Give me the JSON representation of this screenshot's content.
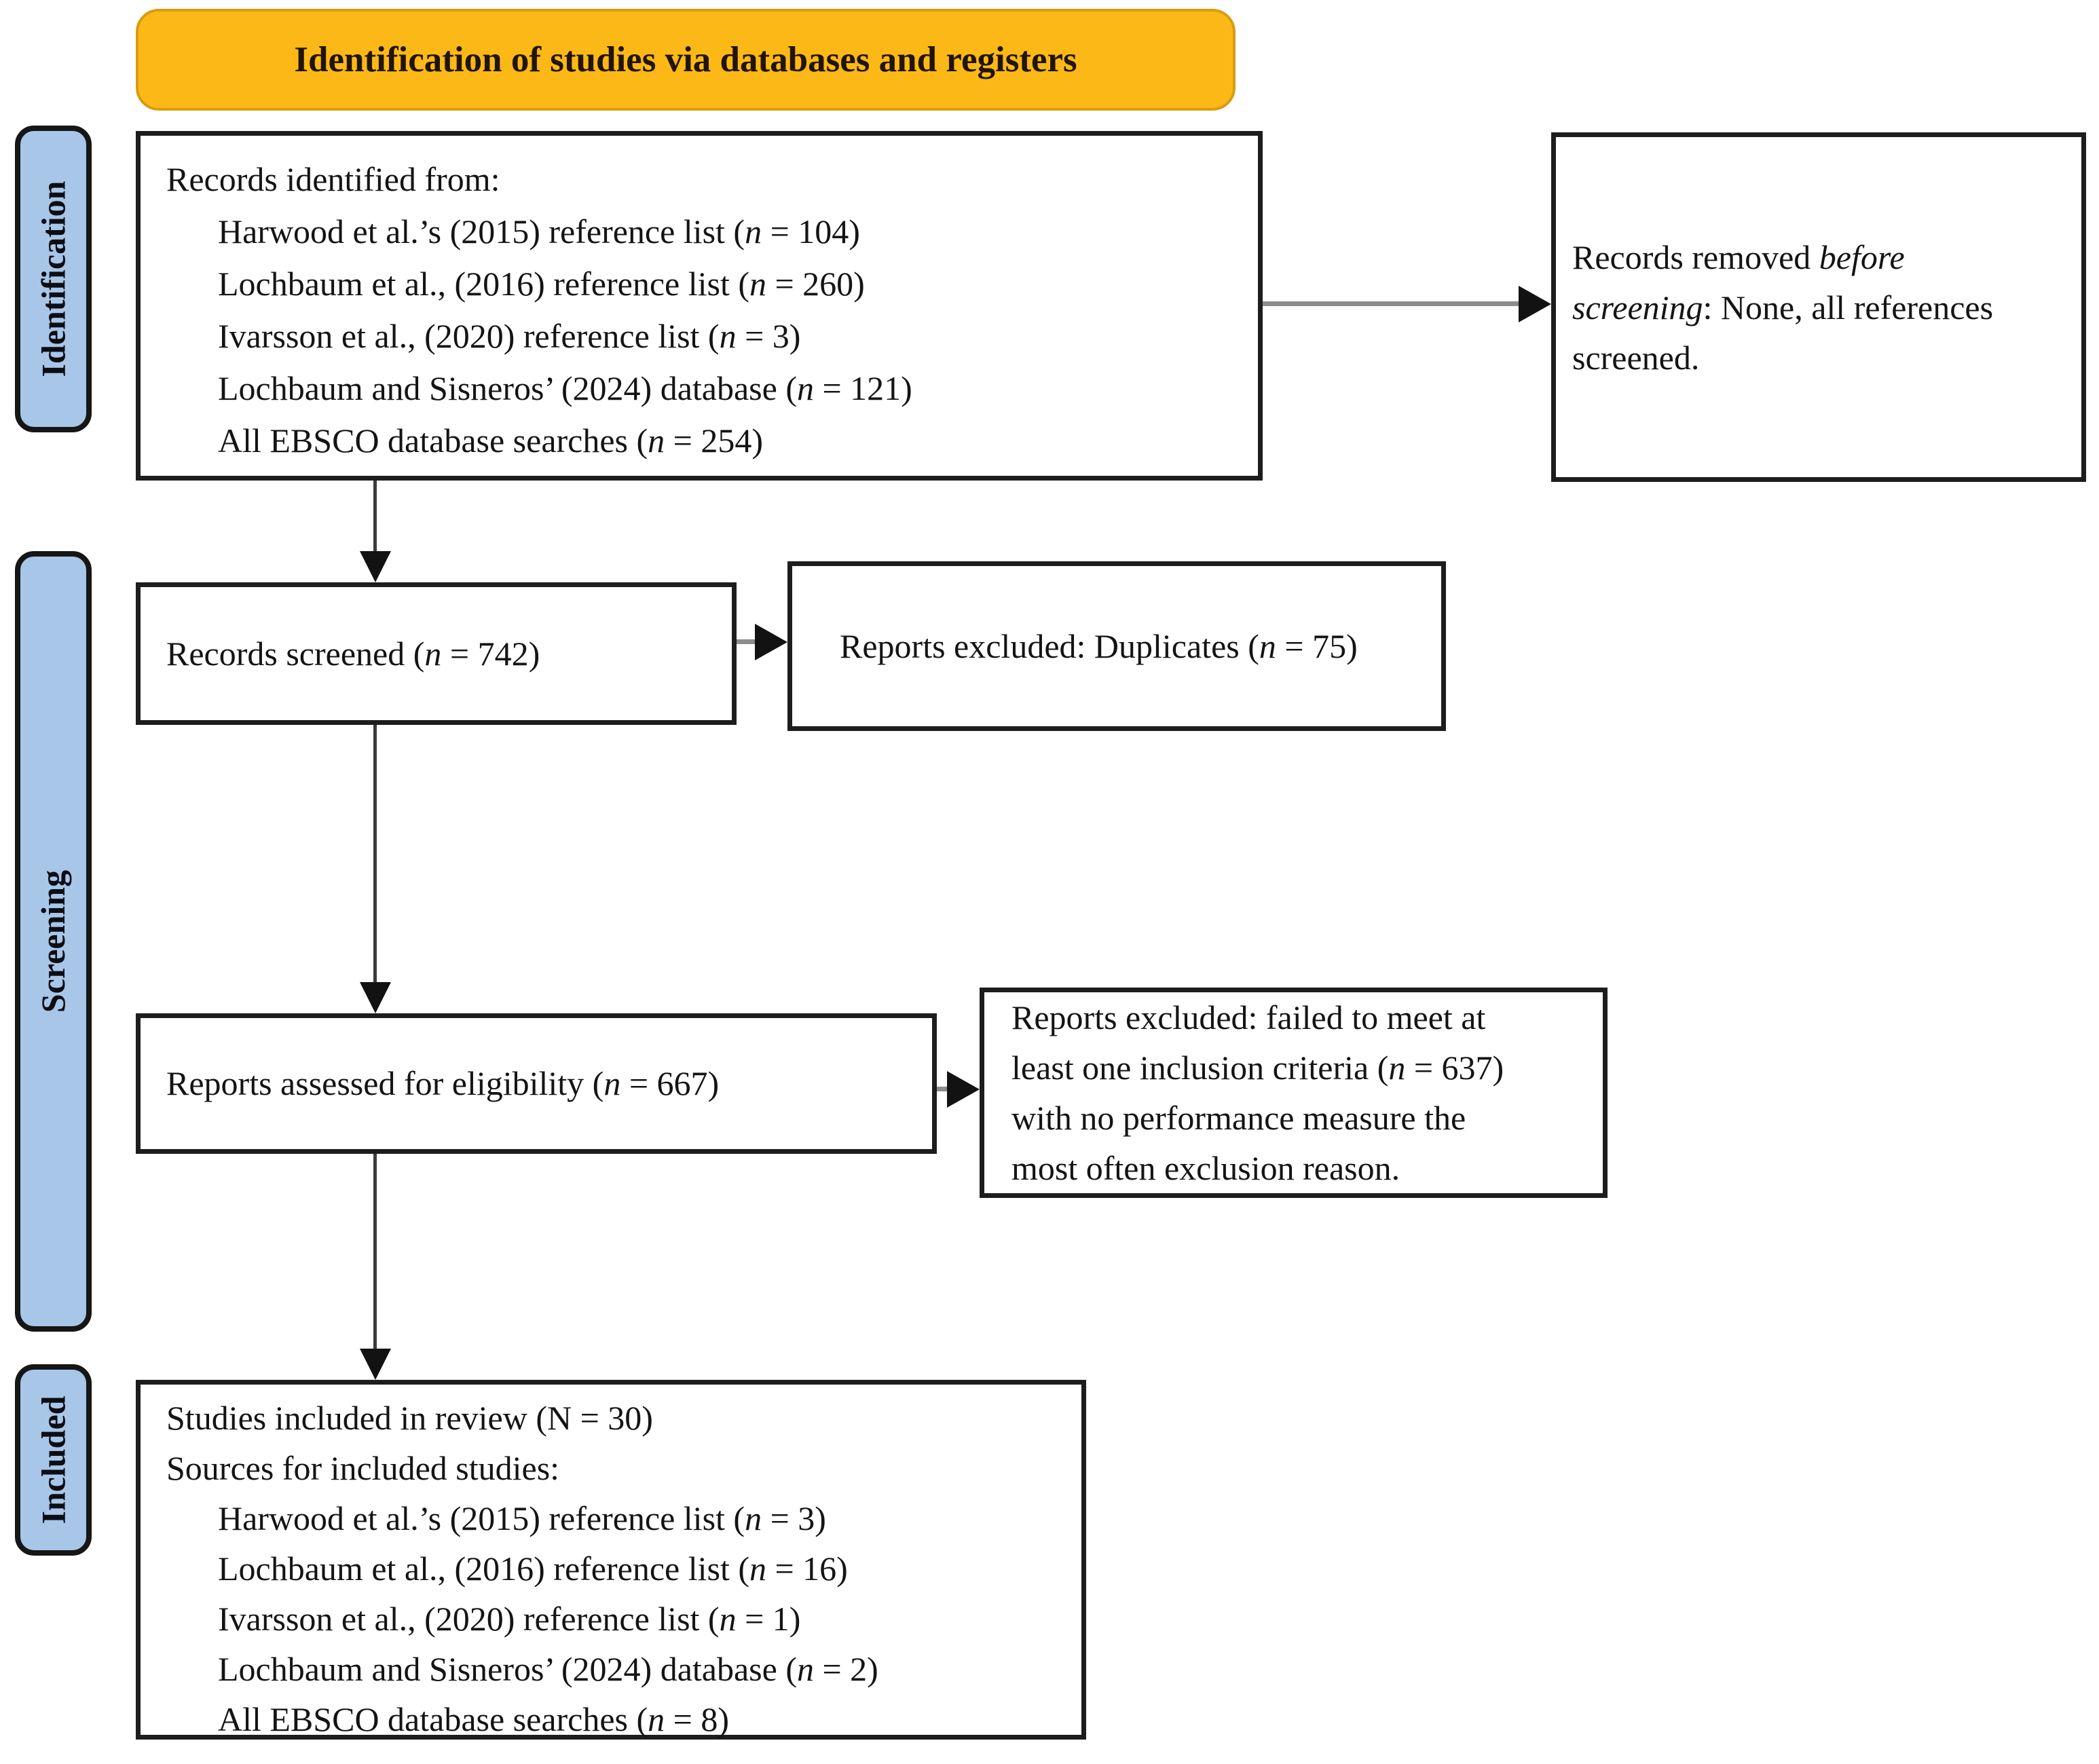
{
  "banner": {
    "title": "Identification of studies via databases and registers"
  },
  "sidebar": {
    "identification": "Identification",
    "screening": "Screening",
    "included": "Included"
  },
  "boxes": {
    "identified": {
      "lines": [
        {
          "pre": "Records identified from:"
        },
        {
          "pre": "Harwood et al.’s (2015) reference list (",
          "italic": "n",
          "post": " = 104)"
        },
        {
          "pre": "Lochbaum et al., (2016) reference list (",
          "italic": "n",
          "post": " = 260)"
        },
        {
          "pre": "Ivarsson et al., (2020) reference list (",
          "italic": "n",
          "post": " = 3)"
        },
        {
          "pre": "Lochbaum and Sisneros’ (2024) database (",
          "italic": "n",
          "post": " = 121)"
        },
        {
          "pre": "All EBSCO database searches (",
          "italic": "n",
          "post": " = 254)"
        }
      ]
    },
    "removed": {
      "pre": "Records removed ",
      "italic": "before screening",
      "post": ": None, all references screened."
    },
    "screened": {
      "pre": "Records screened (",
      "italic": "n",
      "post": " = 742)"
    },
    "duplicates": {
      "pre": "Reports excluded: Duplicates (",
      "italic": "n",
      "post": " = 75)"
    },
    "assessed": {
      "pre": "Reports assessed for eligibility (",
      "italic": "n",
      "post": " = 667)"
    },
    "excluded": {
      "pre": "Reports excluded: failed to meet at least one inclusion criteria (",
      "italic": "n",
      "post": " = 637) with no performance measure the most often exclusion reason."
    },
    "included": {
      "lines": [
        {
          "pre": "Studies included in review (N = 30)"
        },
        {
          "pre": "Sources for included studies:"
        },
        {
          "pre": "Harwood et al.’s (2015) reference list (",
          "italic": "n",
          "post": " = 3)"
        },
        {
          "pre": "Lochbaum et al., (2016) reference list (",
          "italic": "n",
          "post": " = 16)"
        },
        {
          "pre": "Ivarsson et al., (2020) reference list (",
          "italic": "n",
          "post": " = 1)"
        },
        {
          "pre": "Lochbaum and Sisneros’ (2024) database (",
          "italic": "n",
          "post": " = 2)"
        },
        {
          "pre": "All EBSCO database searches (",
          "italic": "n",
          "post": " = 8)"
        }
      ]
    }
  },
  "counts": {
    "identified_total_sources": [
      104,
      260,
      3,
      121,
      254
    ],
    "screened": 742,
    "duplicates_excluded": 75,
    "assessed": 667,
    "excluded_criteria": 637,
    "included_total": 30,
    "included_sources": [
      3,
      16,
      1,
      2,
      8
    ]
  },
  "colors": {
    "banner_fill": "#FBB817",
    "banner_border": "#D99C10",
    "sidebar_fill": "#A7C6E8",
    "box_border": "#1D1D1D",
    "arrow_shaft_gray": "#8D8D8D",
    "arrow_head_black": "#121212"
  }
}
